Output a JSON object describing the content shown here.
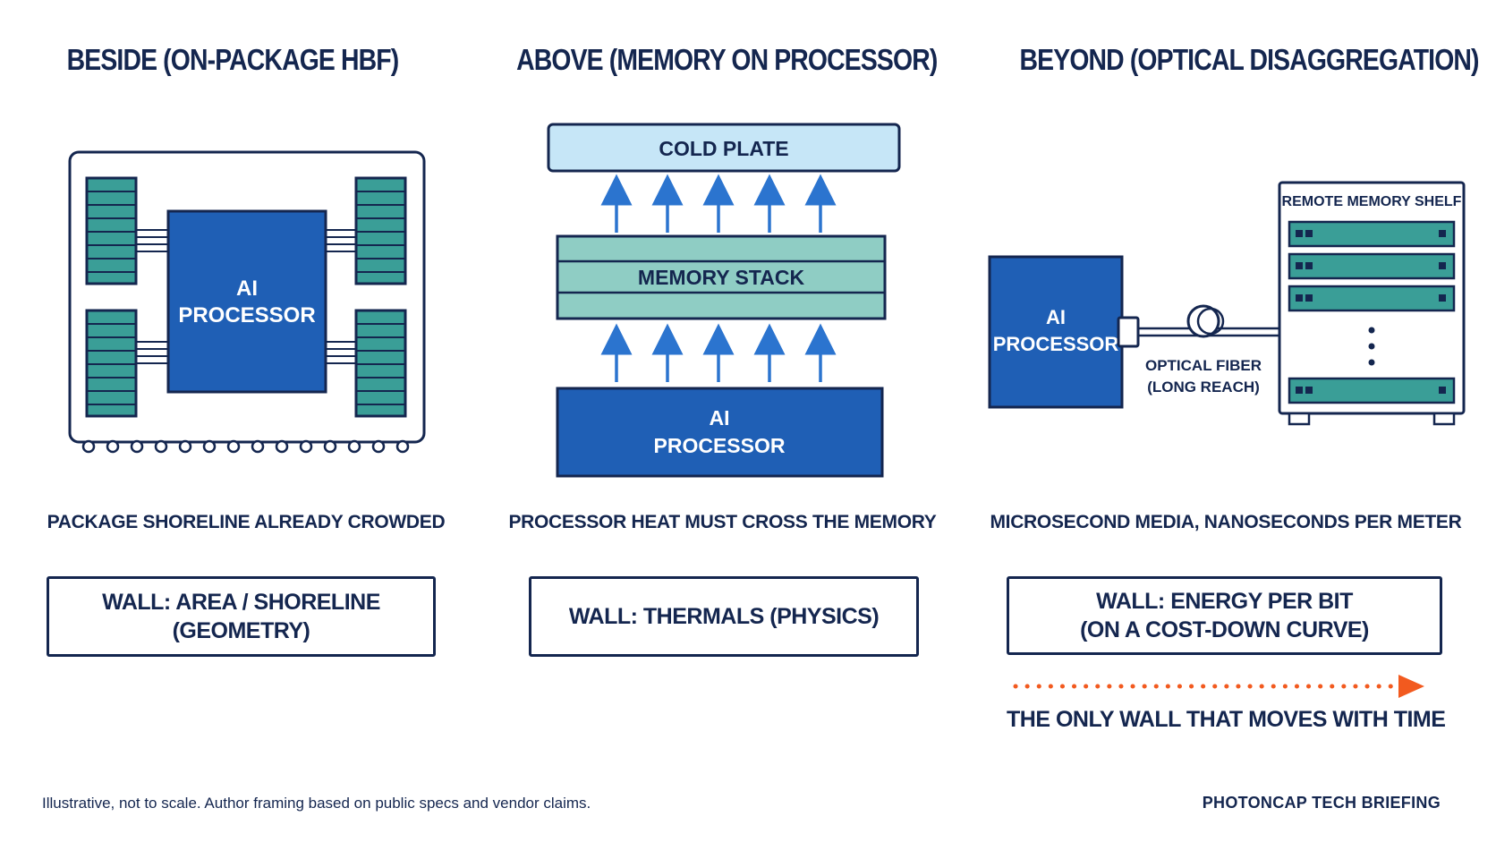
{
  "columns": [
    {
      "title": "BESIDE (ON-PACKAGE HBF)",
      "processor_label": [
        "AI",
        "PROCESSOR"
      ],
      "caption": "PACKAGE SHORELINE ALREADY CROWDED",
      "wall": [
        "WALL: AREA / SHORELINE (GEOMETRY)"
      ]
    },
    {
      "title": "ABOVE (MEMORY ON PROCESSOR)",
      "cold_plate_label": "COLD PLATE",
      "memory_stack_label": "MEMORY STACK",
      "processor_label": [
        "AI",
        "PROCESSOR"
      ],
      "caption": "PROCESSOR HEAT MUST CROSS THE MEMORY",
      "wall": [
        "WALL: THERMALS (PHYSICS)"
      ]
    },
    {
      "title": "BEYOND (OPTICAL DISAGGREGATION)",
      "processor_label": [
        "AI",
        "PROCESSOR"
      ],
      "shelf_label": "REMOTE MEMORY SHELF",
      "fiber_label": [
        "OPTICAL FIBER",
        "(LONG REACH)"
      ],
      "caption": "MICROSECOND MEDIA, NANOSECONDS PER METER",
      "wall": [
        "WALL: ENERGY PER BIT",
        "(ON A COST-DOWN CURVE)"
      ],
      "timeline_label": "THE ONLY WALL THAT MOVES WITH TIME"
    }
  ],
  "footnote": "Illustrative, not to scale. Author framing based on public specs and vendor claims.",
  "brand": "PHOTONCAP TECH BRIEFING",
  "colors": {
    "navy": "#14264f",
    "processor_blue": "#1f5fb5",
    "memory_teal": "#3a9e97",
    "memory_light": "#8fcdc4",
    "cold_plate": "#c6e6f7",
    "arrow_blue": "#2b74cf",
    "accent_orange": "#f25a1f"
  }
}
